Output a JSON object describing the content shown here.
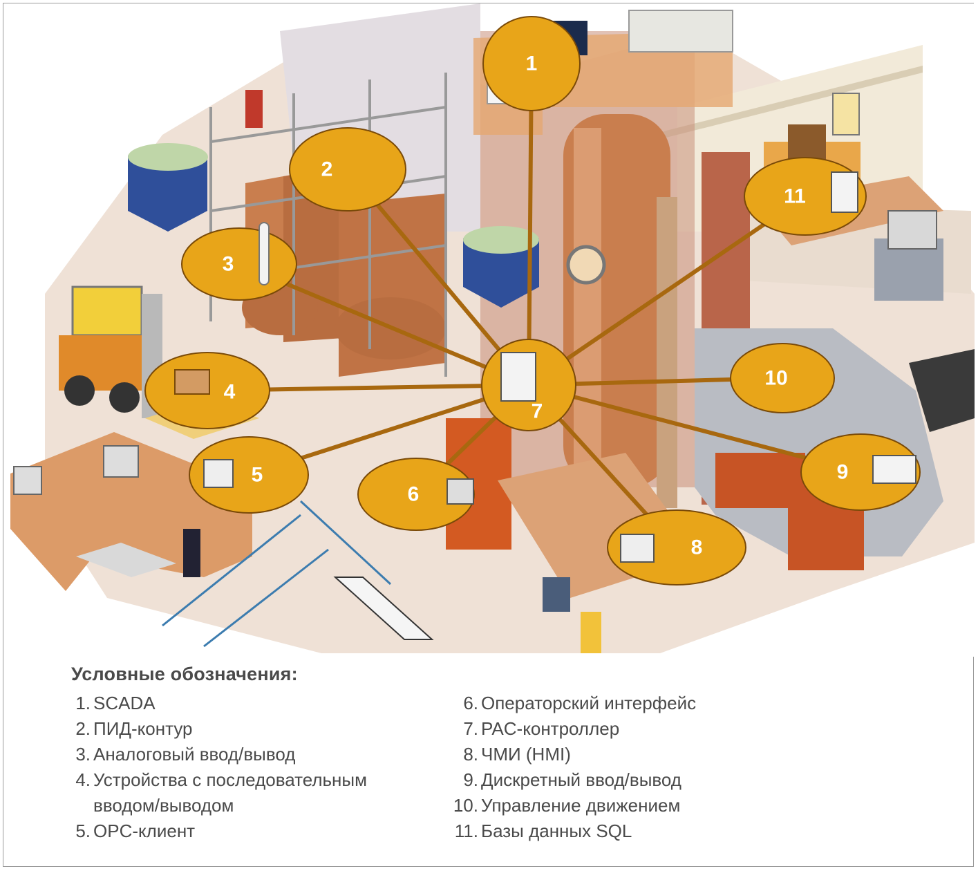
{
  "diagram": {
    "nodes": [
      {
        "id": "1",
        "label": "1"
      },
      {
        "id": "2",
        "label": "2"
      },
      {
        "id": "3",
        "label": "3"
      },
      {
        "id": "4",
        "label": "4"
      },
      {
        "id": "5",
        "label": "5"
      },
      {
        "id": "6",
        "label": "6"
      },
      {
        "id": "7",
        "label": "7"
      },
      {
        "id": "8",
        "label": "8"
      },
      {
        "id": "9",
        "label": "9"
      },
      {
        "id": "10",
        "label": "10"
      },
      {
        "id": "11",
        "label": "11"
      }
    ],
    "edges": [
      [
        "7",
        "1"
      ],
      [
        "7",
        "2"
      ],
      [
        "7",
        "3"
      ],
      [
        "7",
        "4"
      ],
      [
        "7",
        "5"
      ],
      [
        "7",
        "6"
      ],
      [
        "7",
        "8"
      ],
      [
        "7",
        "9"
      ],
      [
        "7",
        "10"
      ],
      [
        "7",
        "11"
      ]
    ],
    "colors": {
      "node_fill": "#e8a519",
      "node_stroke": "#7a4a08",
      "edge": "#a8680f",
      "tank_blue": "#2f4f9a",
      "copper": "#c97e4e",
      "wall": "#c98f7a",
      "floor": "#efe1d6"
    }
  },
  "legend": {
    "title": "Условные обозначения:",
    "left": [
      {
        "num": "1.",
        "text": "SCADA"
      },
      {
        "num": "2.",
        "text": "ПИД-контур"
      },
      {
        "num": "3.",
        "text": "Аналоговый ввод/вывод"
      },
      {
        "num": "4.",
        "text": "Устройства с последовательным вводом/выводом"
      },
      {
        "num": "5.",
        "text": "OPC-клиент"
      }
    ],
    "right": [
      {
        "num": "6.",
        "text": "Операторский интерфейс"
      },
      {
        "num": "7.",
        "text": "PAC-контроллер"
      },
      {
        "num": "8.",
        "text": "ЧМИ (HMI)"
      },
      {
        "num": "9.",
        "text": "Дискретный ввод/вывод"
      },
      {
        "num": "10.",
        "text": "Управление движением"
      },
      {
        "num": "11.",
        "text": "Базы данных SQL"
      }
    ]
  }
}
